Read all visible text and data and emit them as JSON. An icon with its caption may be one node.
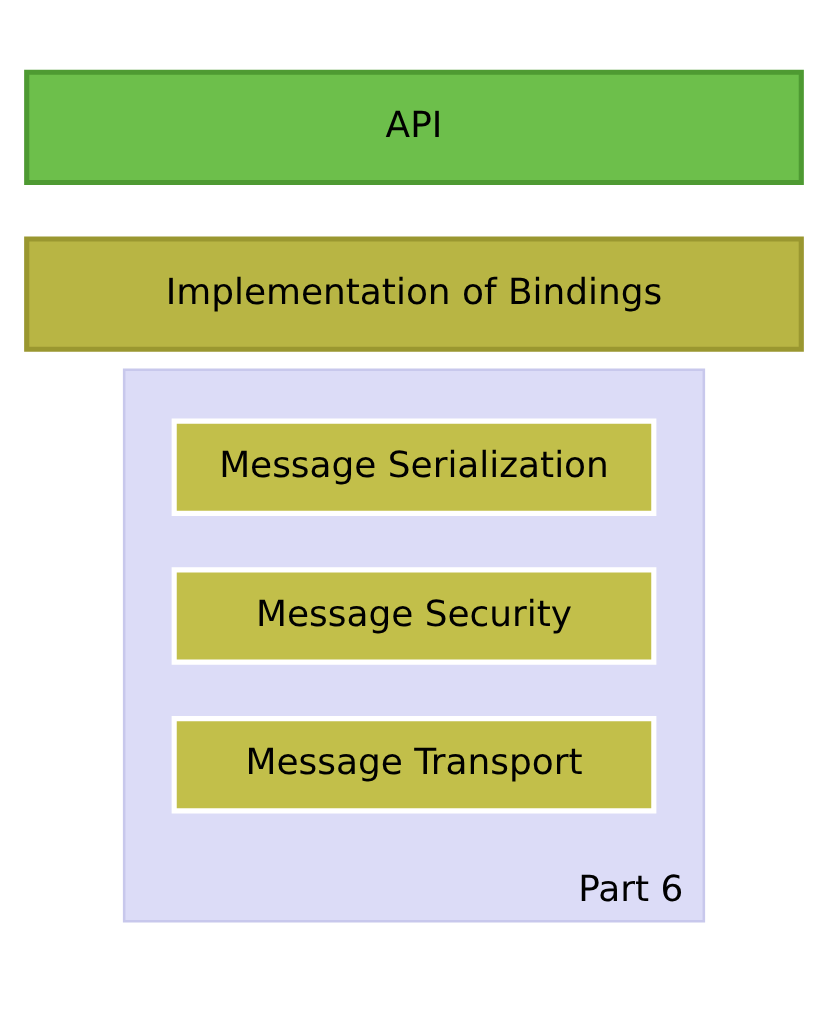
{
  "diagram": {
    "nodes": [
      {
        "text": [
          "API"
        ]
      },
      {
        "text": [
          "Implementation of Bindings"
        ]
      },
      {
        "text": [
          "Part 6"
        ]
      },
      {
        "text": [
          "Message Serialization"
        ],
        "in": 2
      },
      {
        "text": [
          "Message Security"
        ],
        "in": 2
      },
      {
        "text": [
          "Message Transport"
        ],
        "in": 2
      }
    ]
  }
}
